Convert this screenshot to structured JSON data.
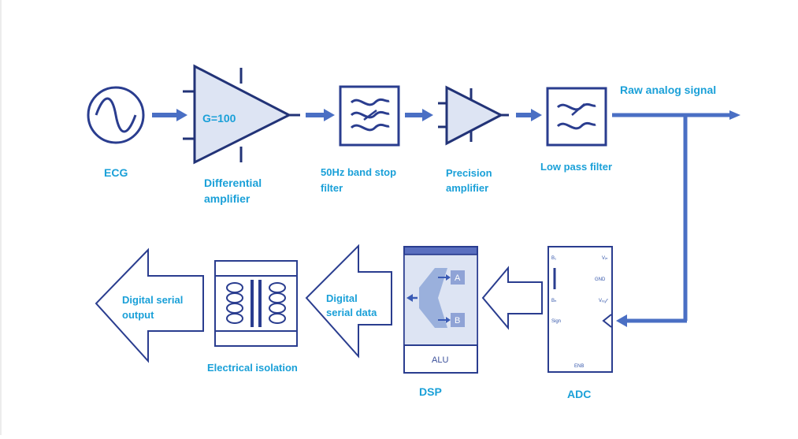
{
  "blocks": {
    "ecg": {
      "label": "ECG"
    },
    "diff_amp": {
      "label_line1": "Differential",
      "label_line2": "amplifier",
      "gain": "G=100"
    },
    "band_stop": {
      "label_line1": "50Hz band stop",
      "label_line2": "filter"
    },
    "precision_amp": {
      "label_line1": "Precision",
      "label_line2": "amplifier"
    },
    "low_pass": {
      "label": "Low pass filter"
    },
    "raw_signal": {
      "label": "Raw analog signal"
    },
    "adc": {
      "label": "ADC",
      "pin_b1": "B₁",
      "pin_vin": "Vᵢₙ",
      "pin_gnd": "GND",
      "pin_bn": "Bₙ",
      "pin_vref": "Vᵣₑ𝒻",
      "pin_sign": "Sign",
      "pin_enb": "ENB"
    },
    "dsp": {
      "label": "DSP",
      "alu": "ALU",
      "input_a": "A",
      "input_b": "B"
    },
    "digital_serial_data": {
      "label_line1": "Digital",
      "label_line2": "serial data"
    },
    "isolation": {
      "label": "Electrical isolation"
    },
    "output": {
      "label_line1": "Digital serial",
      "label_line2": "output"
    }
  },
  "colors": {
    "line": "#4a6fc4",
    "block_stroke": "#223377",
    "block_fill": "#dde4f3",
    "label": "#1aa0d8"
  }
}
